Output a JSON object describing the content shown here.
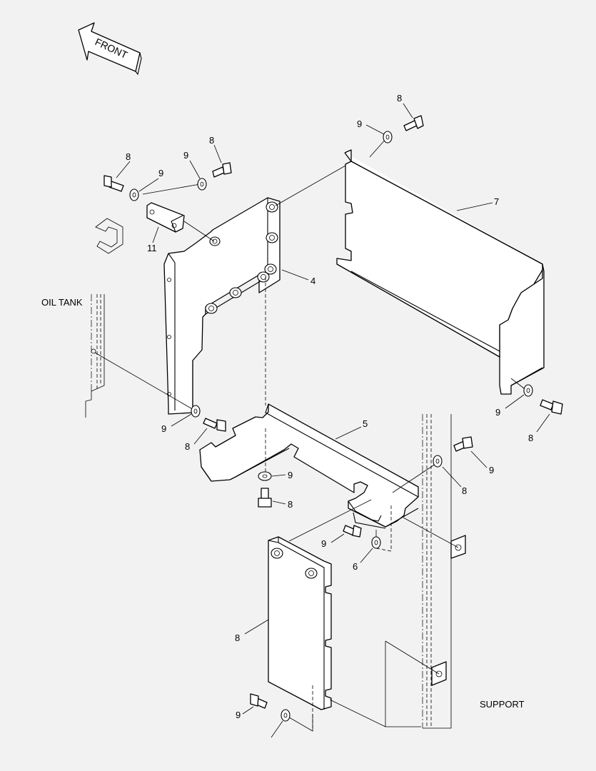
{
  "labels": {
    "front": "FRONT",
    "oil_tank": "OIL TANK",
    "support": "SUPPORT"
  },
  "callouts": [
    {
      "id": "c8a",
      "text": "8"
    },
    {
      "id": "c9a",
      "text": "9"
    },
    {
      "id": "c8b",
      "text": "8"
    },
    {
      "id": "c9b",
      "text": "9"
    },
    {
      "id": "c9c",
      "text": "9"
    },
    {
      "id": "c8c",
      "text": "8"
    },
    {
      "id": "c7",
      "text": "7"
    },
    {
      "id": "c11",
      "text": "11"
    },
    {
      "id": "c4",
      "text": "4"
    },
    {
      "id": "c9d",
      "text": "9"
    },
    {
      "id": "c8d",
      "text": "8"
    },
    {
      "id": "c5",
      "text": "5"
    },
    {
      "id": "c9e",
      "text": "9"
    },
    {
      "id": "c8e",
      "text": "8"
    },
    {
      "id": "c9f",
      "text": "9"
    },
    {
      "id": "c8f",
      "text": "8"
    },
    {
      "id": "c9g",
      "text": "9"
    },
    {
      "id": "c8g",
      "text": "8"
    },
    {
      "id": "c9h",
      "text": "9"
    },
    {
      "id": "c6",
      "text": "6"
    },
    {
      "id": "c8h",
      "text": "8"
    },
    {
      "id": "c9i",
      "text": "9"
    }
  ]
}
